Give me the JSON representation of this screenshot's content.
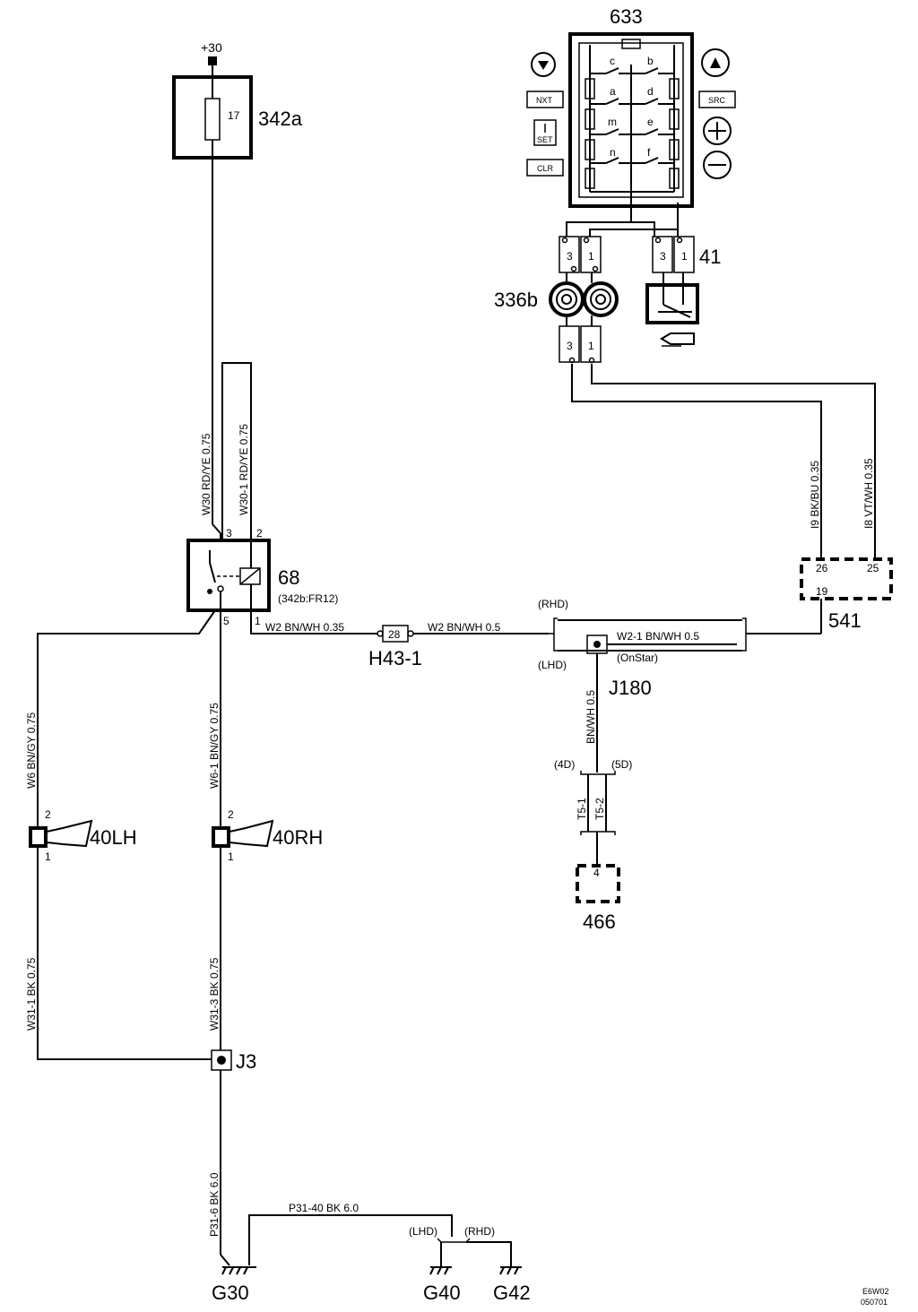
{
  "components": {
    "supply": "+30",
    "fuse_box": "342a",
    "fuse_num": "17",
    "relay": "68",
    "relay_ref": "(342b:FR12)",
    "relay_pin_3": "3",
    "relay_pin_2": "2",
    "relay_pin_5": "5",
    "relay_pin_1": "1",
    "switch_unit": "633",
    "switch_contacts": [
      "c",
      "b",
      "a",
      "d",
      "m",
      "e",
      "n",
      "f"
    ],
    "btn_nxt": "NXT",
    "btn_set": "SET",
    "btn_clr": "CLR",
    "btn_src": "SRC",
    "clock_spring": "336b",
    "horn_switch": "41",
    "conn_pin_3": "3",
    "conn_pin_1": "1",
    "module_541": "541",
    "module_541_pins": [
      "26",
      "25",
      "19"
    ],
    "connector_h43": "H43-1",
    "connector_h43_pin": "28",
    "junction_j180": "J180",
    "module_466": "466",
    "module_466_pin": "4",
    "horn_lh": "40LH",
    "horn_rh": "40RH",
    "horn_pin_2": "2",
    "horn_pin_1": "1",
    "junction_j3": "J3",
    "ground_g30": "G30",
    "ground_g40": "G40",
    "ground_g42": "G42"
  },
  "wires": {
    "w30": "W30 RD/YE 0.75",
    "w30_1": "W30-1 RD/YE 0.75",
    "w2_a": "W2 BN/WH 0.35",
    "w2_b": "W2 BN/WH 0.5",
    "w2_1": "W2-1 BN/WH 0.5",
    "bnwh": "BN/WH 0.5",
    "i9": "I9 BK/BU 0.35",
    "i8": "I8 VT/WH 0.35",
    "w6": "W6 BN/GY 0.75",
    "w6_1": "W6-1 BN/GY 0.75",
    "w31_1": "W31-1 BK 0.75",
    "w31_3": "W31-3 BK 0.75",
    "p31_6": "P31-6 BK 6.0",
    "p31_40": "P31-40 BK 6.0",
    "t5_1": "T5-1",
    "t5_2": "T5-2"
  },
  "variants": {
    "rhd": "(RHD)",
    "lhd": "(LHD)",
    "onstar": "(OnStar)",
    "d4": "(4D)",
    "d5": "(5D)"
  },
  "footer": {
    "code1": "E6W02",
    "code2": "050701"
  }
}
